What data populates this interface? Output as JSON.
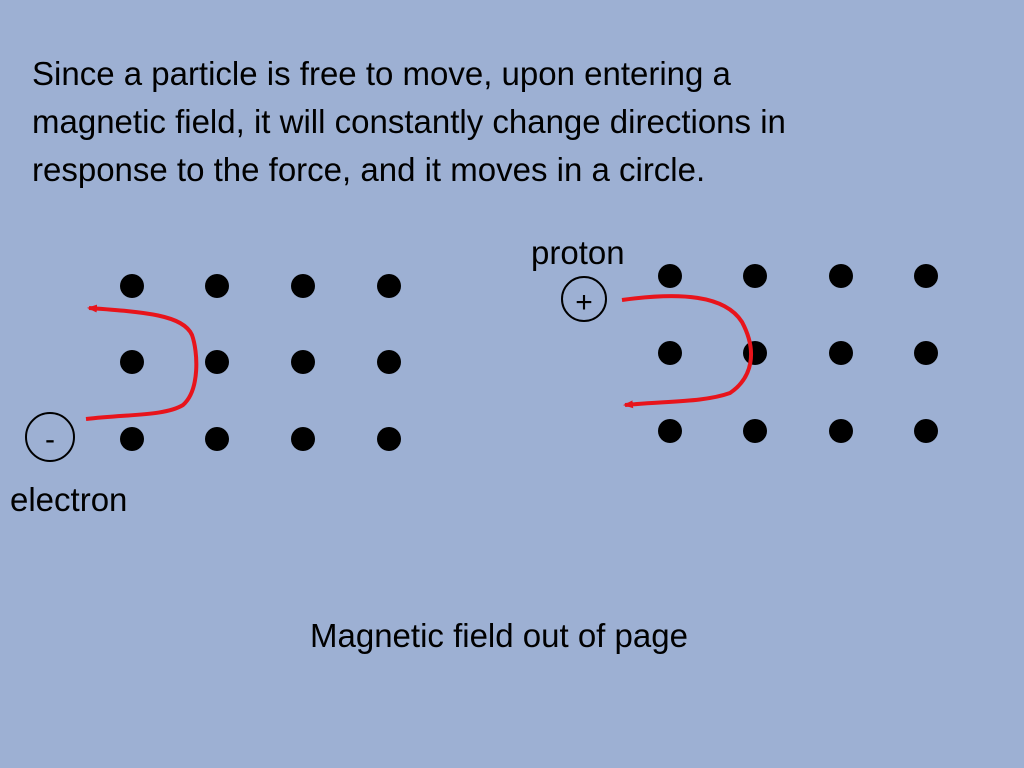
{
  "intro": {
    "lines": [
      "Since a particle is free to move, upon entering a",
      "magnetic field, it will constantly change directions in",
      "response to the force, and it moves in a circle."
    ]
  },
  "electron": {
    "label": "electron",
    "charge_symbol": "-"
  },
  "proton": {
    "label": "proton",
    "charge_symbol": "+"
  },
  "field": {
    "caption": "Magnetic field out of page",
    "symbol": "dot"
  },
  "colors": {
    "background": "#9DB0D3",
    "path": "#E8141B",
    "dot": "#000000"
  }
}
